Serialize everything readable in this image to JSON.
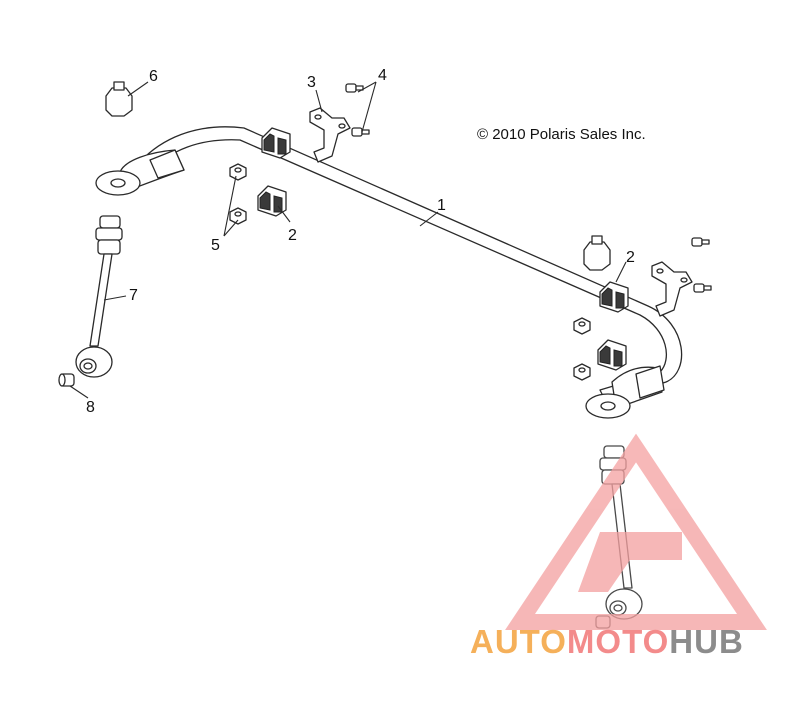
{
  "diagram": {
    "copyright": "© 2010 Polaris Sales Inc.",
    "callouts": [
      {
        "id": "callout-1",
        "text": "1"
      },
      {
        "id": "callout-2a",
        "text": "2"
      },
      {
        "id": "callout-2b",
        "text": "2"
      },
      {
        "id": "callout-3",
        "text": "3"
      },
      {
        "id": "callout-4",
        "text": "4"
      },
      {
        "id": "callout-5",
        "text": "5"
      },
      {
        "id": "callout-6",
        "text": "6"
      },
      {
        "id": "callout-7",
        "text": "7"
      },
      {
        "id": "callout-8",
        "text": "8"
      }
    ]
  },
  "watermark": {
    "part1": "AUTO",
    "part2": "MOTO",
    "part3": "HUB",
    "colors": {
      "auto": "#f5b05a",
      "moto": "#f38b8b",
      "hub": "#8c8c8c",
      "triangle": "#f4a0a0"
    }
  }
}
